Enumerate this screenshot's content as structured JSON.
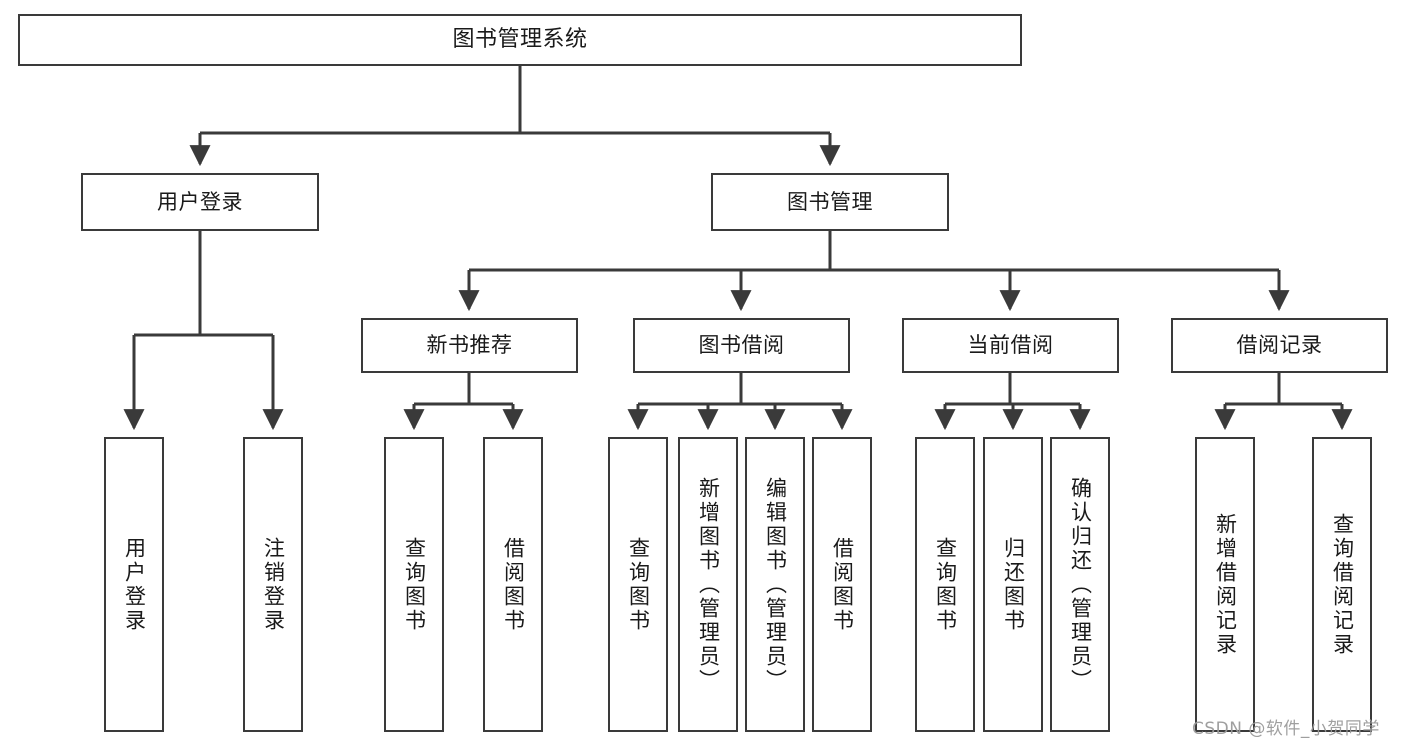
{
  "diagram": {
    "title": "图书管理系统",
    "type": "functional-structure-tree",
    "line_color": "#3a3a3a",
    "box_fill": "#ffffff",
    "background": "#ffffff"
  },
  "nodes": {
    "root": {
      "label": "图书管理系统"
    },
    "level2": [
      {
        "id": "user-login",
        "label": "用户登录"
      },
      {
        "id": "book-management",
        "label": "图书管理"
      }
    ],
    "level3": [
      {
        "id": "new-book-recommend",
        "label": "新书推荐"
      },
      {
        "id": "book-borrow",
        "label": "图书借阅"
      },
      {
        "id": "current-borrow",
        "label": "当前借阅"
      },
      {
        "id": "borrow-record",
        "label": "借阅记录"
      }
    ],
    "leaves": {
      "user_login": [
        {
          "id": "leaf-user-login",
          "label": "用户登录"
        },
        {
          "id": "leaf-logout-login",
          "label": "注销登录"
        }
      ],
      "new_book_recommend": [
        {
          "id": "leaf-query-book-1",
          "label": "查询图书"
        },
        {
          "id": "leaf-borrow-book-1",
          "label": "借阅图书"
        }
      ],
      "book_borrow": [
        {
          "id": "leaf-query-book-2",
          "label": "查询图书"
        },
        {
          "id": "leaf-add-book",
          "label": "新增图书（管理员）"
        },
        {
          "id": "leaf-edit-book",
          "label": "编辑图书（管理员）"
        },
        {
          "id": "leaf-borrow-book-2",
          "label": "借阅图书"
        }
      ],
      "current_borrow": [
        {
          "id": "leaf-query-book-3",
          "label": "查询图书"
        },
        {
          "id": "leaf-return-book",
          "label": "归还图书"
        },
        {
          "id": "leaf-confirm-return",
          "label": "确认归还（管理员）"
        }
      ],
      "borrow_record": [
        {
          "id": "leaf-add-record",
          "label": "新增借阅记录"
        },
        {
          "id": "leaf-query-record",
          "label": "查询借阅记录"
        }
      ]
    }
  },
  "watermark": {
    "text": "CSDN @软件_小贺同学"
  }
}
